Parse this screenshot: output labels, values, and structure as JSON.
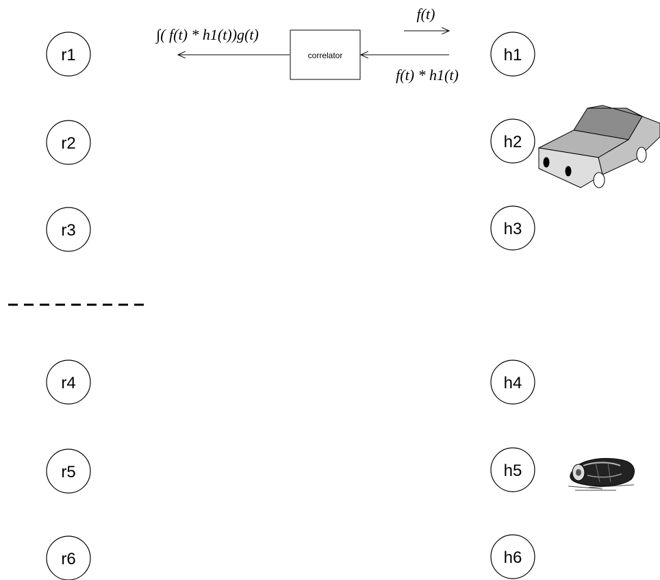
{
  "receivers": [
    {
      "label": "r1"
    },
    {
      "label": "r2"
    },
    {
      "label": "r3"
    },
    {
      "label": "r4"
    },
    {
      "label": "r5"
    },
    {
      "label": "r6"
    }
  ],
  "hydrophones": [
    {
      "label": "h1"
    },
    {
      "label": "h2"
    },
    {
      "label": "h3"
    },
    {
      "label": "h4"
    },
    {
      "label": "h5"
    },
    {
      "label": "h6"
    }
  ],
  "correlator": {
    "label": "correlator"
  },
  "signals": {
    "input_top": "f(t)",
    "input_bottom": "f(t) * h1(t)",
    "output": "∫( f(t) * h1(t))g(t)"
  },
  "pictures": {
    "vehicle": "car-illustration",
    "debris": "crushed-can-illustration"
  },
  "colors": {
    "line": "#000000",
    "car_top": "#8c8c8c",
    "car_body": "#b4b4b4",
    "car_side": "#cfcfcf"
  }
}
